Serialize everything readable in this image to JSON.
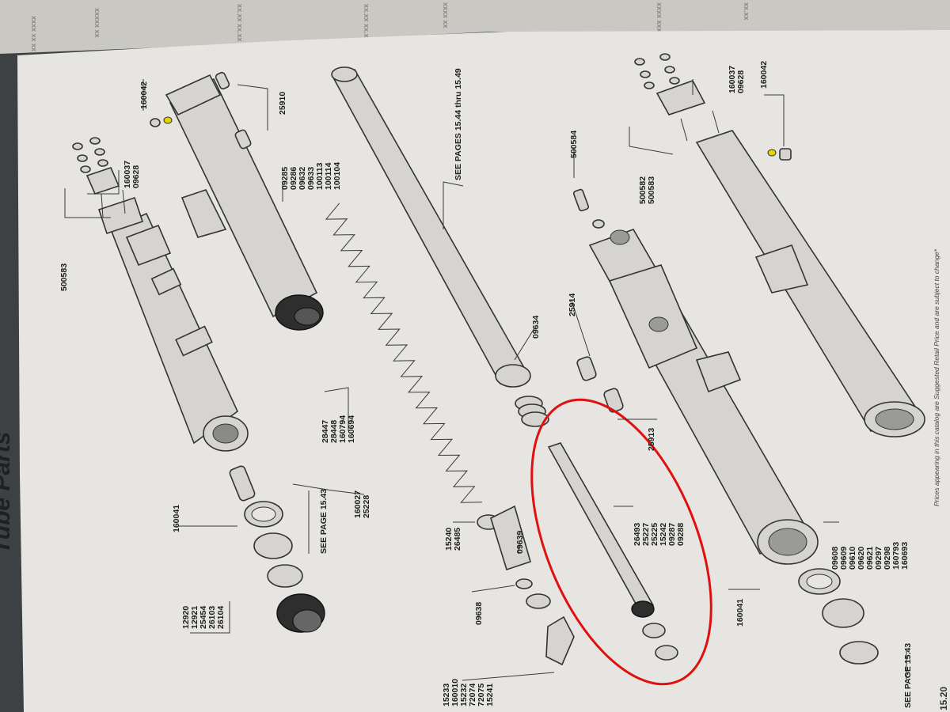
{
  "page": {
    "section_title": "Tube Parts",
    "footer_note": "Prices appearing in this catalog are Suggested Retail Price and are subject to change*",
    "page_number": "15.20"
  },
  "callouts": {
    "c500583_left": "500583",
    "c160037_left": [
      "160037",
      "09628"
    ],
    "c160042_left": "160042",
    "c25910": "25910",
    "c_spring_group": [
      "09285",
      "09286",
      "09632",
      "09633",
      "100113",
      "100114",
      "100104"
    ],
    "c_see_pages": "SEE PAGES 15.44 thru 15.49",
    "c500584": "500584",
    "c160037_right": [
      "160037",
      "09628"
    ],
    "c160042_right": "160042",
    "c500582_group": [
      "500582",
      "500583"
    ],
    "c09634": "09634",
    "c25914": "25914",
    "c25913": "25913",
    "c_left_slider": [
      "28447",
      "28448",
      "160794",
      "160694"
    ],
    "c_bushing_pin": [
      "160027",
      "25228"
    ],
    "c160041_left": "160041",
    "c_see_page_left": "SEE PAGE 15.43",
    "c_cap_group": [
      "12920",
      "12921",
      "25454",
      "26103",
      "26104"
    ],
    "c_damper_bolt": [
      "15240",
      "26485"
    ],
    "c09639": "09639",
    "c09638": "09638",
    "c_bolt_group": [
      "15233",
      "160010",
      "15232",
      "72074",
      "72075",
      "15241"
    ],
    "c_damper_rod": [
      "26493",
      "25227",
      "25225",
      "15242",
      "09287",
      "09288"
    ],
    "c_right_slider": [
      "09608",
      "09609",
      "09610",
      "09620",
      "09621",
      "09297",
      "09298",
      "160793",
      "160693"
    ],
    "c160041_right": "160041",
    "c_see_page_right": "SEE PAGE 15.43"
  },
  "highlight_color": "#e01010",
  "paper_color": "#e6e5e1"
}
